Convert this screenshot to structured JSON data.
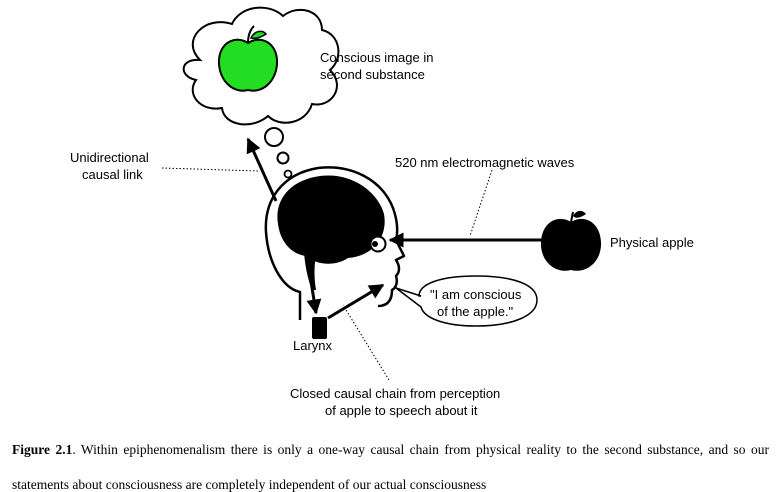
{
  "labels": {
    "conscious_image_line1": "Conscious image in",
    "conscious_image_line2": "second substance",
    "unidirectional_line1": "Unidirectional",
    "unidirectional_line2": "causal link",
    "waves": "520 nm electromagnetic waves",
    "physical_apple": "Physical apple",
    "speech_line1": "\"I am conscious",
    "speech_line2": "of the apple.\"",
    "larynx": "Larynx",
    "chain_line1": "Closed causal chain from perception",
    "chain_line2": "of apple to speech about it"
  },
  "caption": {
    "figure_label": "Figure 2.1",
    "text": ". Within epiphenomenalism there is only a one-way causal chain from physical reality to the second substance, and so our statements about consciousness are completely independent of our actual consciousness"
  },
  "colors": {
    "conscious_apple": "#22dd22",
    "physical_apple": "#000000",
    "brain": "#000000",
    "line": "#000000"
  }
}
